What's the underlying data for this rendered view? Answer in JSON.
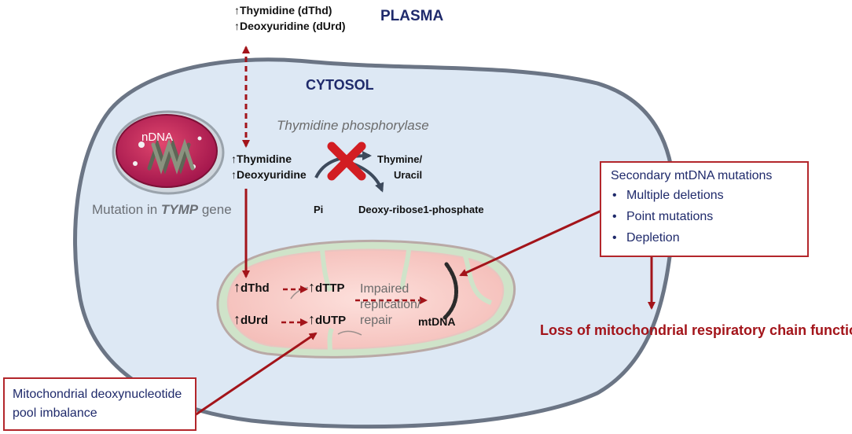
{
  "plasma": {
    "label": "PLASMA",
    "thymidine": "↑Thymidine (dThd)",
    "deoxyuridine": "↑Deoxyuridine (dUrd)"
  },
  "cytosol": {
    "label": "CYTOSOL",
    "enzyme": "Thymidine phosphorylase",
    "thymidine": "↑Thymidine",
    "deoxyuridine": "↑Deoxyuridine",
    "product": "Thymine/\nUracil",
    "pi": "Pi",
    "deoxyribose": "Deoxy-ribose1-phosphate"
  },
  "nucleus": {
    "label": "nDNA",
    "caption_prefix": "Mutation in ",
    "caption_gene": "TYMP",
    "caption_suffix": " gene"
  },
  "mitochondrion": {
    "dthd": "dThd",
    "dttp": "dTTP",
    "durd": "dUrd",
    "dutp": "dUTP",
    "impaired": "Impaired\nreplication/\nrepair",
    "mtdna": "mtDNA"
  },
  "secondary_box": {
    "title": "Secondary mtDNA mutations",
    "items": [
      "Multiple deletions",
      "Point mutations",
      "Depletion"
    ]
  },
  "pool_box": {
    "line1": "Mitochondrial deoxynucleotide",
    "line2": "pool imbalance"
  },
  "outcome": "Loss of mitochondrial respiratory chain function",
  "colors": {
    "cell_fill": "#dde8f4",
    "cell_stroke": "#606b7a",
    "arrow_red": "#a3141a",
    "nucleus": "#b51e57",
    "mito_fill": "#f6c6c2",
    "mito_membrane": "#cfe3c9"
  }
}
